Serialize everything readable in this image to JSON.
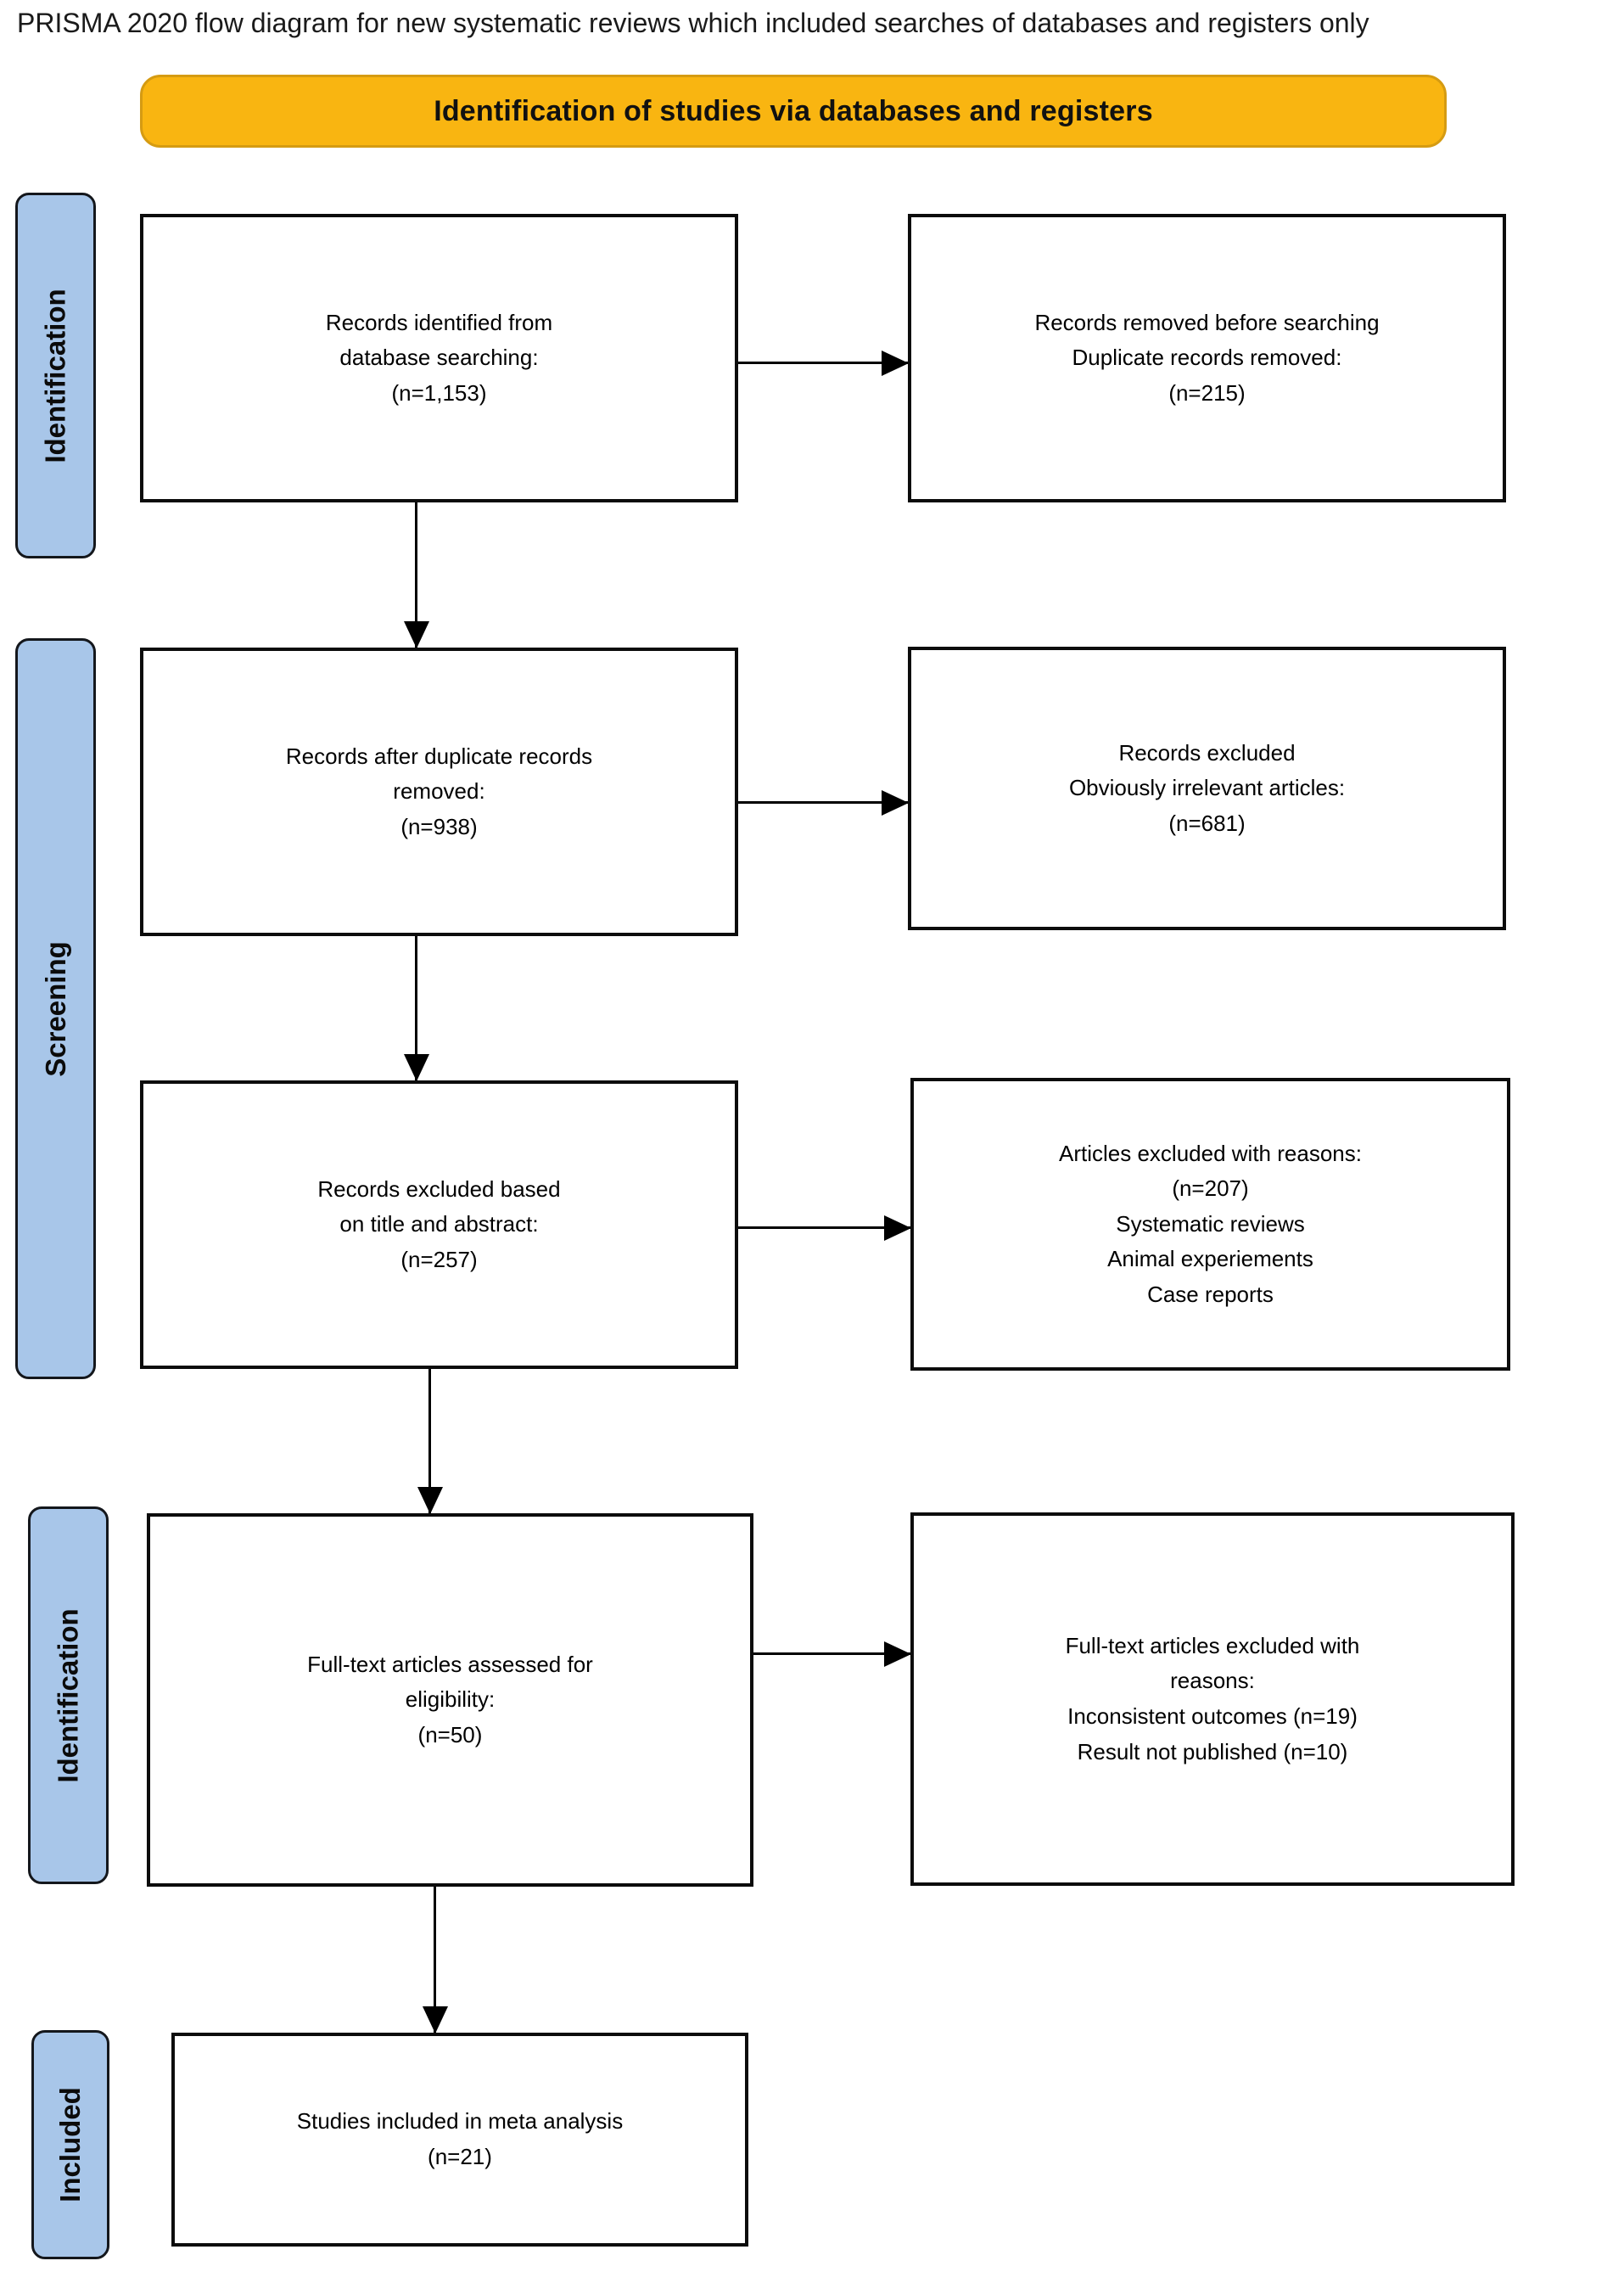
{
  "title": "PRISMA 2020 flow diagram for new systematic reviews which included searches of databases and registers only",
  "banner": {
    "label": "Identification of studies via databases and registers"
  },
  "colors": {
    "banner_fill": "#F9B511",
    "banner_border": "#D59B12",
    "stage_fill": "#A8C6E9",
    "stage_border": "#14171C",
    "box_border": "#0C0C0C",
    "ink": "#000000"
  },
  "stages": [
    {
      "label": "Identification"
    },
    {
      "label": "Screening"
    },
    {
      "label": "Identification"
    },
    {
      "label": "Included"
    }
  ],
  "boxes": [
    {
      "id": "records-identified",
      "text": "Records identified from\ndatabase searching:\n(n=1,153)"
    },
    {
      "id": "records-removed-before-searching",
      "text": "Records removed before searching\nDuplicate records removed:\n(n=215)"
    },
    {
      "id": "records-after-duplicates-removed",
      "text": "Records after duplicate records\nremoved:\n(n=938)"
    },
    {
      "id": "records-excluded-irrelevant",
      "text": "Records excluded\nObviously irrelevant articles:\n(n=681)"
    },
    {
      "id": "records-excluded-title-abstract",
      "text": "Records excluded based\non title and abstract:\n(n=257)"
    },
    {
      "id": "articles-excluded-with-reasons",
      "text": "Articles excluded with reasons:\n(n=207)\nSystematic reviews\nAnimal experiements\nCase reports"
    },
    {
      "id": "fulltext-assessed",
      "text": "Full-text articles assessed for\neligibility:\n(n=50)"
    },
    {
      "id": "fulltext-excluded-with-reasons",
      "text": "Full-text articles excluded with\nreasons:\nInconsistent outcomes (n=19)\nResult not published (n=10)"
    },
    {
      "id": "studies-included",
      "text": "Studies included in meta analysis\n(n=21)"
    }
  ]
}
